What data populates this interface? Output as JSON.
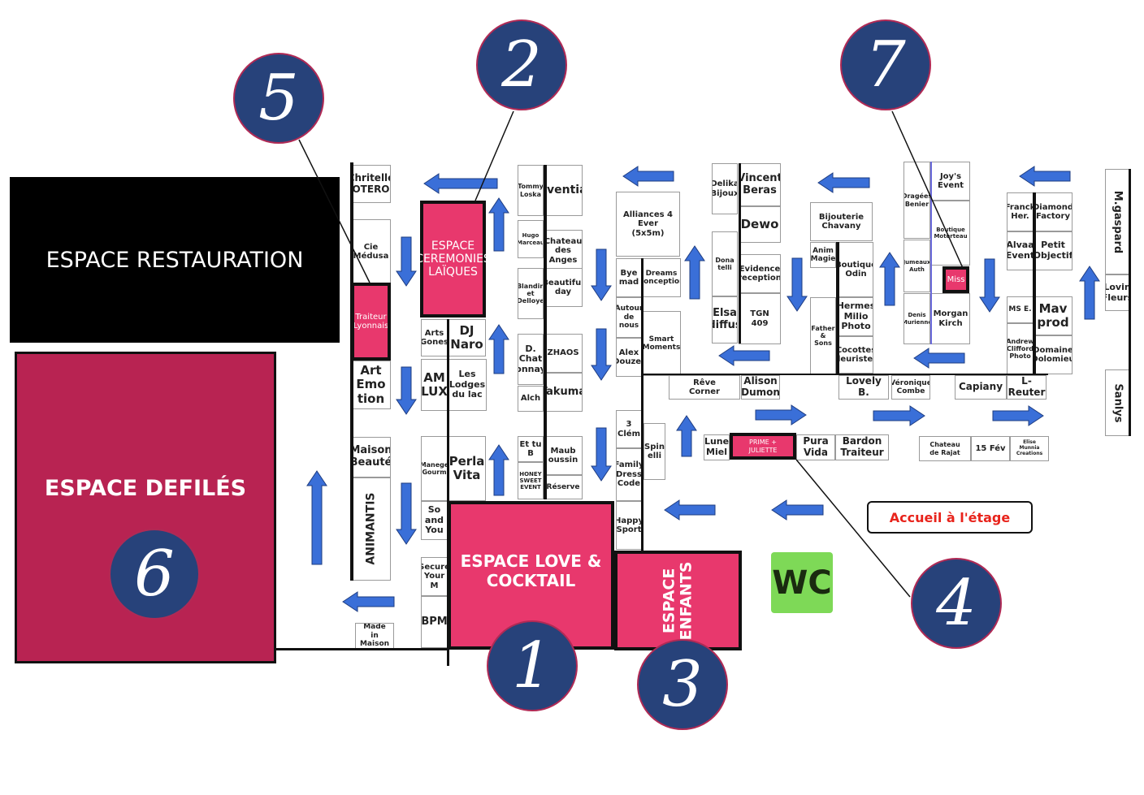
{
  "zones": {
    "restauration": "ESPACE RESTAURATION",
    "defiles": "ESPACE DEFILÉS",
    "ceremonies": "ESPACE\nCEREMONIES\nLAÏQUES",
    "love_cocktail": "ESPACE LOVE &\nCOCKTAIL",
    "enfants": "ESPACE\nENFANTS",
    "accueil": "Accueil à l'étage",
    "wc": "WC"
  },
  "markers": [
    "5",
    "2",
    "7",
    "6",
    "1",
    "3",
    "4"
  ],
  "colors": {
    "pink": "#e8386d",
    "defiles": "#b82352",
    "navy": "#27427a",
    "arrow": "#3a6fd8",
    "wc": "#7ed957",
    "accueil": "#e8231b"
  },
  "booths": {
    "otero": "Chritelle\nOTERO",
    "medusa": "Cie\nMédusa",
    "traiteur": "Traiteur\nLyonnais",
    "artemo": "Art\nEmo\ntion",
    "maisonbeaute": "Maison\nBeauté",
    "animantis": "ANIMANTIS",
    "madein": "Made\nin\nMaison",
    "arts": "Arts\nGones",
    "djnaro": "DJ\nNaro",
    "amlux": "AM\nLUX",
    "lodges": "Les\nLodges\ndu lac",
    "manege": "Manege\nGourm",
    "perla": "Perla\nVita",
    "soand": "So\nand\nYou",
    "secure": "Secure\nYour\nM",
    "bpm": "BPM",
    "tommy": "Tommy\nLoska",
    "eventia": "Eventia",
    "hugo": "Hugo\nMarceau",
    "chateauanges": "Chateau\ndes Anges",
    "blandin": "Blandin\net\nDelloye",
    "beautiful": "Beautiful\nday",
    "dchat": "D.\nChat\nonnay",
    "zhaos": "ZHAOS",
    "alch": "Alch",
    "takuma": "Takuma",
    "ettub": "Et tu\nB",
    "honey": "HONEY\nSWEET\nEVENT",
    "maub": "Maub\noussin",
    "reserve": "Réserve",
    "alliances": "Alliances  4 Ever\n(5x5m)",
    "byemad": "Bye\nmad",
    "dreams": "Dreams\nConception",
    "autour": "Autour\nde\nnous",
    "smart": "Smart\nMoments",
    "alex": "Alex\nDouzet",
    "clem": "3\nClém",
    "family": "Family\nDress\nCode",
    "spin": "Spin\nelli",
    "happy": "Happy\nSport",
    "delika": "Delika\nBijoux",
    "vincent": "Vincent\nBeras",
    "dewo": "Dewo",
    "dona": "Dona\ntelli",
    "evidence": "Evidence\nreception",
    "elsa": "Elsa\ndiffus",
    "tgn": "TGN\n409",
    "reve": "Rêve\nCorner",
    "alison": "Alison\nDumon",
    "chavany": "Bijouterie\nChavany",
    "anim": "Anim\nMagie",
    "odin": "Boutique\nOdin",
    "father": "Father\n&\nSons",
    "hermes": "Hermes\nMilio\nPhoto",
    "cocottes": "Cocottes\nfleuristes",
    "lovely": "Lovely B.",
    "veronique": "Véronique\nCombe",
    "dragees": "Dragées\nBenier",
    "joys": "Joy's\nEvent",
    "moterteau": "Boutique\nMoterteau",
    "jumeaux": "Jumeaux\nAuth",
    "miss": "Miss",
    "denis": "Denis\nMurienne",
    "morgan": "Morgan\nKirch",
    "franck": "Franck\nHer.",
    "diamond": "Diamond\nFactory",
    "alvaa": "Alvaa\nEvent",
    "petit": "Petit\nObjectif",
    "mse": "MS E.",
    "mav": "Mav\nprod",
    "andrew": "Andrew\nClifford\nPhoto",
    "dolomieu": "Domaine\nDolomieu",
    "capiany": "Capiany",
    "lreuter": "L-Reuter",
    "gaspard": "M.gaspard",
    "lovin": "Lovin\nFleurs",
    "sanlys": "Sanlys",
    "lune": "Lune\nMiel",
    "prime": "PRIME +\nJULIETTE",
    "pura": "Pura\nVida",
    "bardon": "Bardon\nTraiteur",
    "rajat": "Chateau\nde Rajat",
    "fev": "15 Fév",
    "elise": "Elise\nMunnia\nCreations"
  }
}
